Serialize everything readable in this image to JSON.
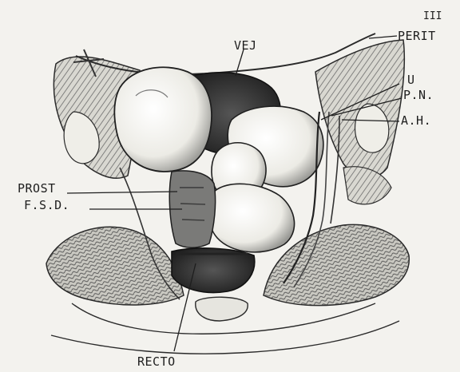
{
  "figure": {
    "number": "III",
    "labels": {
      "peri": "PERIT",
      "vej": "VEJ",
      "u": "U",
      "pn": "P.N.",
      "ah": "A.H.",
      "prost": "PROST",
      "fsd": "F.S.D.",
      "recto": "RECTO"
    }
  },
  "colors": {
    "background": "#f3f2ee",
    "ink": "#1e1e1e",
    "dark_tissue": "#3a3a3a",
    "mid_tissue": "#8a8a8a",
    "light_tissue": "#e6e5df"
  }
}
